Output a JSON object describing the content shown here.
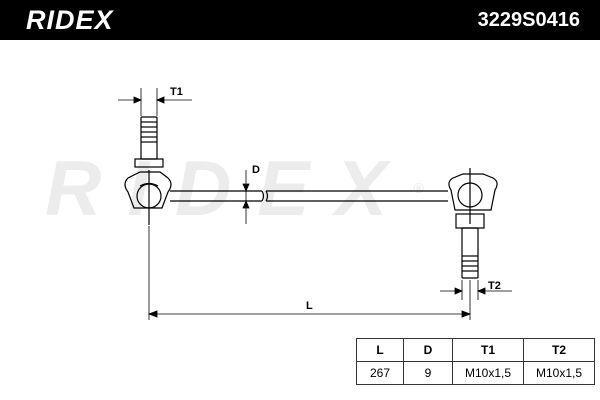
{
  "header": {
    "brand": "RIDEX",
    "part_number": "3229S0416"
  },
  "watermark": {
    "text": "RIDEX",
    "symbol": "®"
  },
  "dimension_labels": {
    "t1": "T1",
    "t2": "T2",
    "d": "D",
    "l": "L"
  },
  "spec_table": {
    "headers": [
      "L",
      "D",
      "T1",
      "T2"
    ],
    "values": [
      "267",
      "9",
      "M10x1,5",
      "M10x1,5"
    ]
  },
  "colors": {
    "header_bg": "#000000",
    "header_text": "#ffffff",
    "watermark": "#ececec"
  }
}
